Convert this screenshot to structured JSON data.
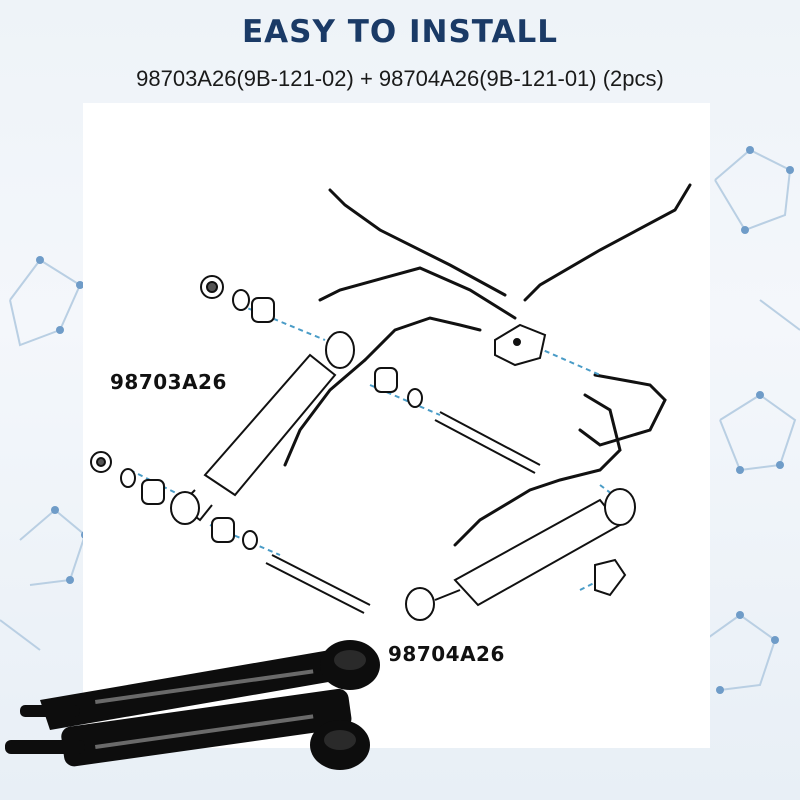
{
  "header": {
    "title": "EASY TO INSTALL",
    "subtitle": "98703A26(9B-121-02) + 98704A26(9B-121-01) (2pcs)"
  },
  "diagram": {
    "labels": {
      "part_a": "98703A26",
      "part_b": "98704A26"
    }
  },
  "colors": {
    "title": "#1a3a66",
    "network_lines": "#b9cfe3",
    "network_dots": "#6f9cc8",
    "dashed_guide": "#4a9cc7",
    "cylinder_body": "#0d0d0d"
  },
  "icons": [
    "molecular-network-background-icon",
    "tilt-trim-cylinder-photo-icon"
  ]
}
